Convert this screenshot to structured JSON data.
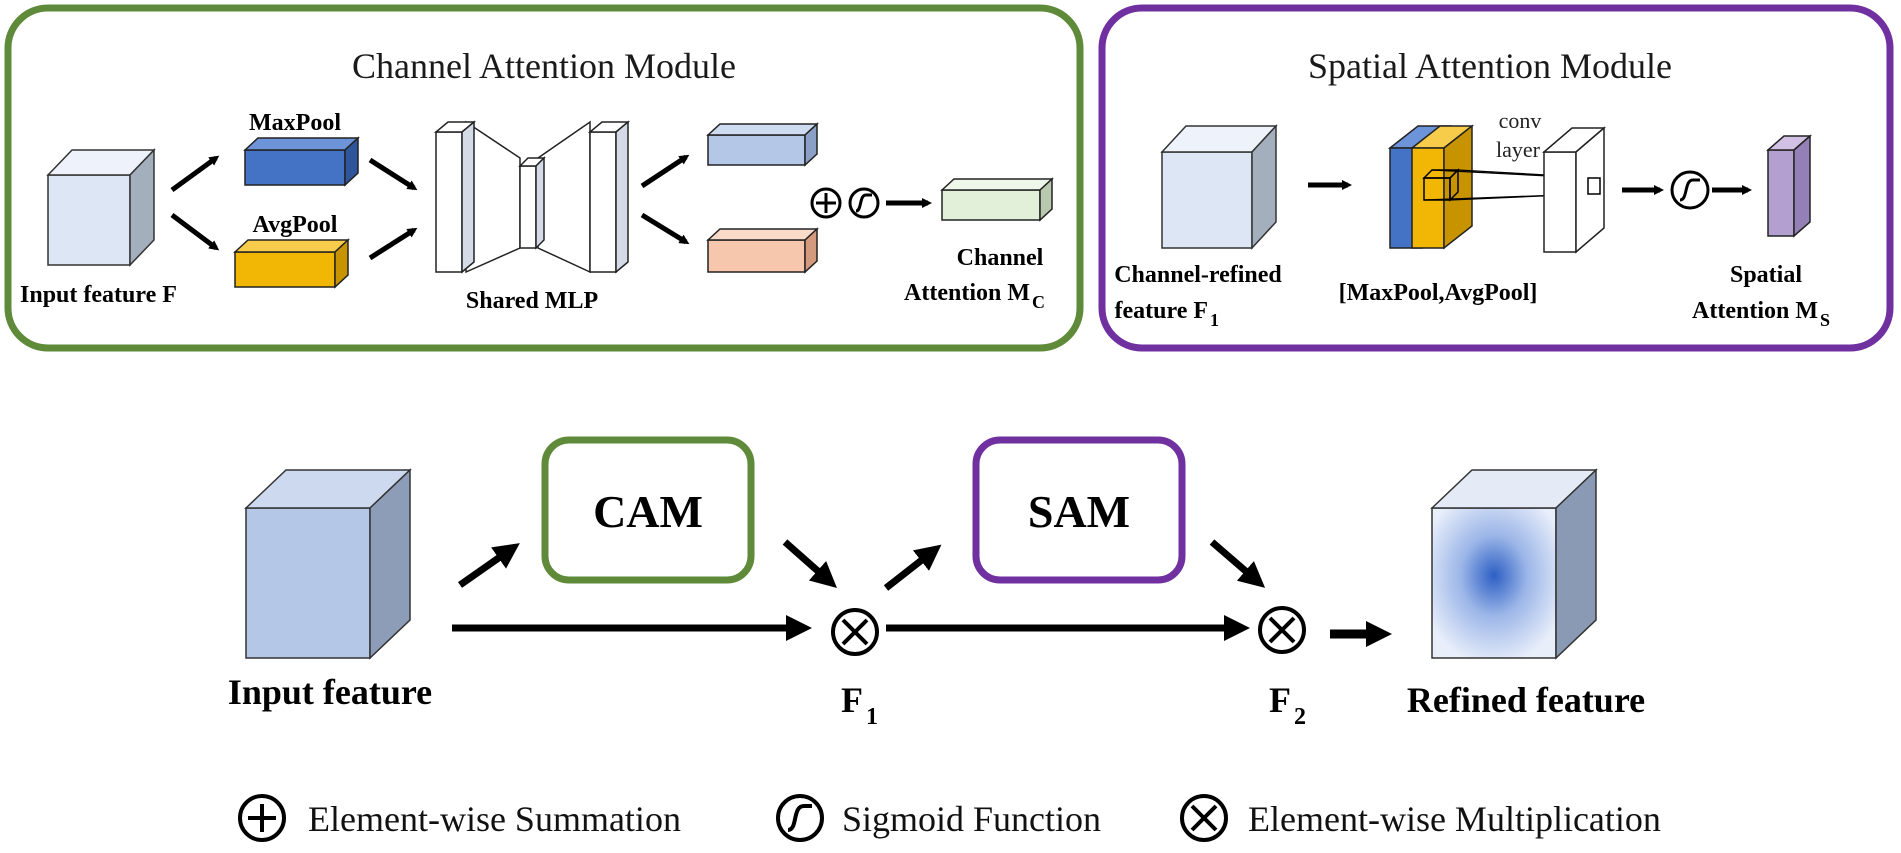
{
  "cam_panel": {
    "title": "Channel Attention Module",
    "input_label": "Input feature F",
    "maxpool_label": "MaxPool",
    "avgpool_label": "AvgPool",
    "mlp_label": "Shared MLP",
    "output_label_line1": "Channel",
    "output_label_line2": "Attention M",
    "output_subscript": "C",
    "colors": {
      "border": "#5e8a3a",
      "maxpool": "#4472c4",
      "avgpool": "#f2b705"
    }
  },
  "sam_panel": {
    "title": "Spatial Attention Module",
    "input_label_line1": "Channel-refined",
    "input_label_line2": "feature F",
    "input_subscript": "1",
    "pool_label": "[MaxPool,AvgPool]",
    "conv_label_line1": "conv",
    "conv_label_line2": "layer",
    "output_label_line1": "Spatial",
    "output_label_line2": "Attention  M",
    "output_subscript": "S",
    "colors": {
      "border": "#7030a0",
      "output": "#b4a0d0"
    }
  },
  "pipeline": {
    "input_label": "Input feature",
    "cam_box": "CAM",
    "sam_box": "SAM",
    "f1_label": "F",
    "f1_subscript": "1",
    "f2_label": "F",
    "f2_subscript": "2",
    "output_label": "Refined feature"
  },
  "legend": {
    "sum_icon": "plus-circle-icon",
    "sum_label": "Element-wise Summation",
    "sigmoid_icon": "sigmoid-circle-icon",
    "sigmoid_label": "Sigmoid Function",
    "mult_icon": "times-circle-icon",
    "mult_label": "Element-wise Multiplication"
  }
}
